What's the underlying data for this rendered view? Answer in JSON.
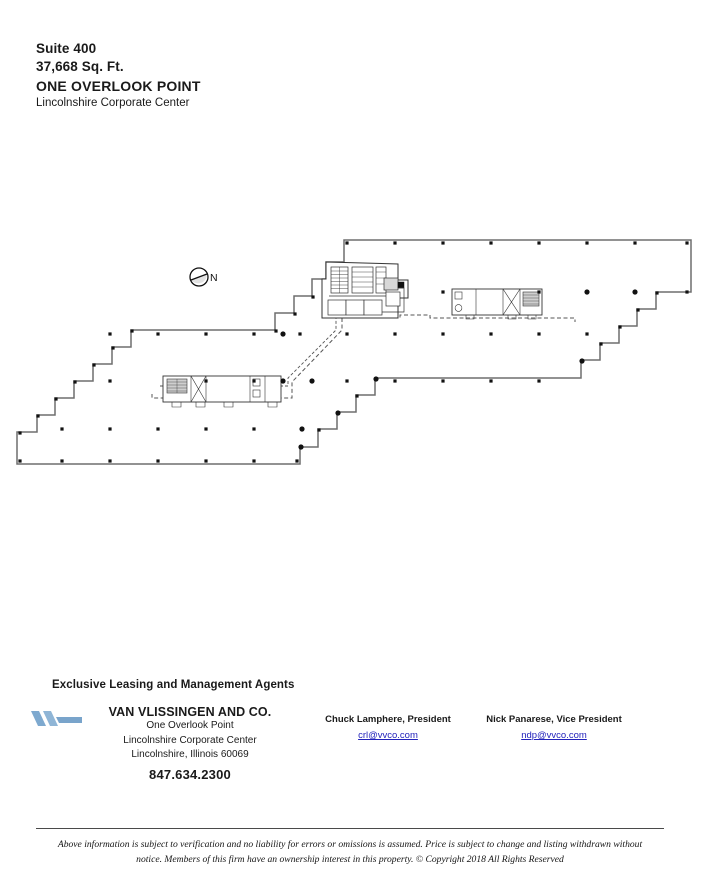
{
  "header": {
    "suite": "Suite 400",
    "square_feet": "37,668 Sq. Ft.",
    "building": "ONE OVERLOOK POINT",
    "park": "Lincolnshire Corporate Center"
  },
  "floor_plan": {
    "north_label": "N",
    "north_icon": "north-arrow-icon",
    "description": "Fourth floor plan of One Overlook Point showing stepped building perimeter, central building core with elevators, stairs and restrooms, a secondary core, structural column grid, and a dashed demising line."
  },
  "leasing": {
    "title": "Exclusive Leasing and Management Agents",
    "company": {
      "logo_icon": "van-vlissingen-logo",
      "logo_color": "#7ea9cf",
      "name": "VAN VLISSINGEN AND CO.",
      "address_line_1": "One Overlook Point",
      "address_line_2": "Lincolnshire Corporate Center",
      "address_line_3": "Lincolnshire, Illinois 60069",
      "phone": "847.634.2300"
    },
    "contacts": [
      {
        "name": "Chuck Lamphere, President",
        "email": "crl@vvco.com"
      },
      {
        "name": "Nick Panarese, Vice President",
        "email": "ndp@vvco.com"
      }
    ]
  },
  "footer": {
    "disclaimer": "Above information is subject to verification and no liability for errors or omissions is assumed. Price is subject to change and listing withdrawn without notice. Members of this firm have an ownership interest in this property. © Copyright 2018 All Rights Reserved"
  },
  "colors": {
    "wall": "#6e6e6e",
    "link": "#2222bb",
    "logo": "#7ea9cf",
    "text": "#1a1a1a"
  }
}
